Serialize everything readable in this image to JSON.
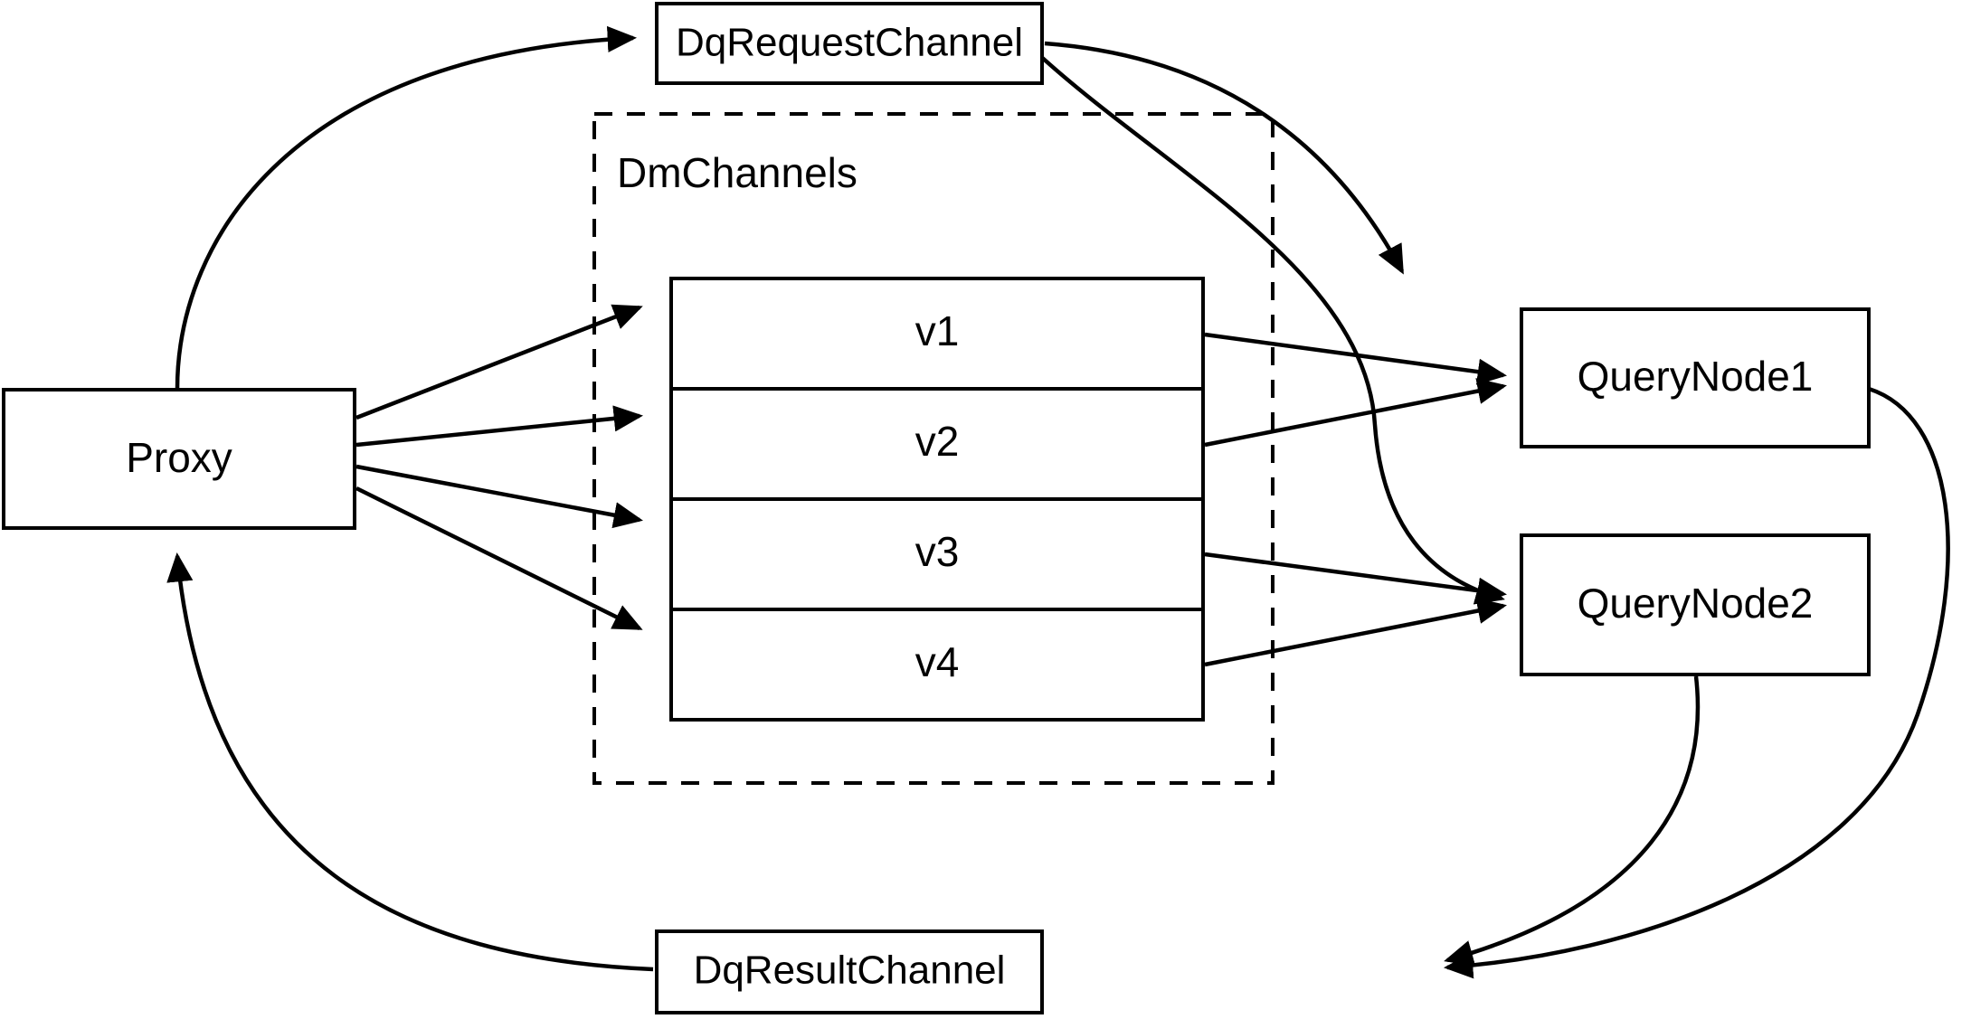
{
  "diagram": {
    "title": "Milvus distributed query routing diagram",
    "background_color": "#ffffff",
    "stroke_color": "#000000",
    "nodes": {
      "proxy": {
        "label": "Proxy"
      },
      "dq_request_channel": {
        "label": "DqRequestChannel"
      },
      "dq_result_channel": {
        "label": "DqResultChannel"
      },
      "query_node_1": {
        "label": "QueryNode1"
      },
      "query_node_2": {
        "label": "QueryNode2"
      },
      "dm_channels_group": {
        "label": "DmChannels"
      },
      "channels": [
        {
          "label": "v1"
        },
        {
          "label": "v2"
        },
        {
          "label": "v3"
        },
        {
          "label": "v4"
        }
      ]
    },
    "edges": [
      {
        "from": "Proxy",
        "to": "DqRequestChannel"
      },
      {
        "from": "Proxy",
        "to": "v1"
      },
      {
        "from": "Proxy",
        "to": "v2"
      },
      {
        "from": "Proxy",
        "to": "v3"
      },
      {
        "from": "Proxy",
        "to": "v4"
      },
      {
        "from": "DqRequestChannel",
        "to": "QueryNode1"
      },
      {
        "from": "DqRequestChannel",
        "to": "QueryNode2"
      },
      {
        "from": "v1",
        "to": "QueryNode1"
      },
      {
        "from": "v2",
        "to": "QueryNode1"
      },
      {
        "from": "v3",
        "to": "QueryNode2"
      },
      {
        "from": "v4",
        "to": "QueryNode2"
      },
      {
        "from": "QueryNode1",
        "to": "DqResultChannel"
      },
      {
        "from": "QueryNode2",
        "to": "DqResultChannel"
      },
      {
        "from": "DqResultChannel",
        "to": "Proxy"
      }
    ]
  }
}
